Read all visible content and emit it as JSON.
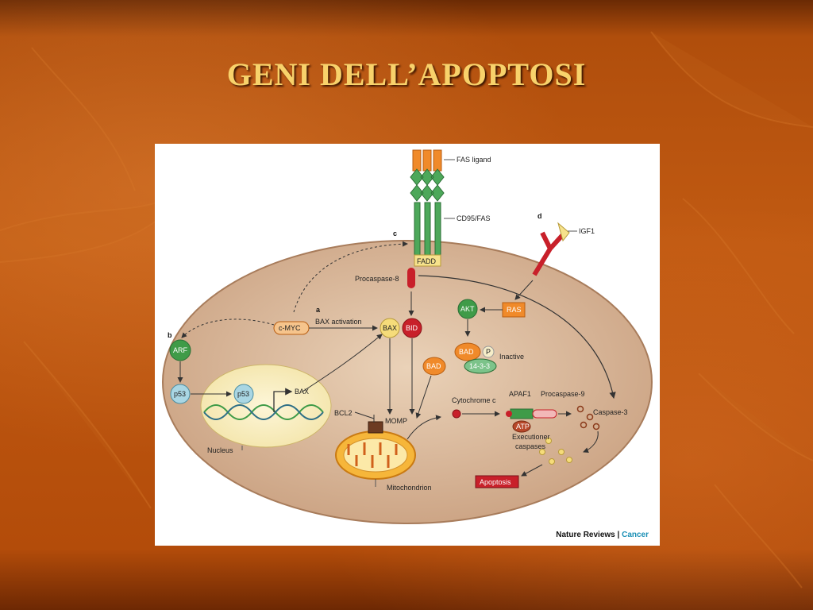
{
  "slide": {
    "title": "GENI DELL’APOPTOSI"
  },
  "labels": {
    "fas_ligand": "FAS ligand",
    "cd95_fas": "CD95/FAS",
    "fadd": "FADD",
    "procaspase8": "Procaspase-8",
    "igf1": "IGF1",
    "ras": "RAS",
    "akt": "AKT",
    "bad_p": "BAD",
    "p": "P",
    "inactive": "Inactive",
    "protein1433": "14-3-3",
    "bad": "BAD",
    "cmyc": "c-MYC",
    "bax_activation": "BAX activation",
    "bax_node": "BAX",
    "bid": "BID",
    "arf": "ARF",
    "p53_out": "p53",
    "p53_in": "p53",
    "bax_gene": "BAX",
    "nucleus": "Nucleus",
    "bcl2": "BCL2",
    "momp": "MOMP",
    "mitochondrion": "Mitochondrion",
    "cytochrome_c": "Cytochrome c",
    "apaf1": "APAF1",
    "procaspase9": "Procaspase-9",
    "atp": "ATP",
    "caspase3": "Caspase-3",
    "executioner_caspases_1": "Executioner",
    "executioner_caspases_2": "caspases",
    "apoptosis": "Apoptosis",
    "panel_a": "a",
    "panel_b": "b",
    "panel_c": "c",
    "panel_d": "d"
  },
  "footer": {
    "journal": "Nature Reviews",
    "separator": " | ",
    "section": "Cancer"
  },
  "colors": {
    "green": "#3f9b48",
    "red": "#c8202a",
    "orange": "#f08a2a",
    "yellow": "#f6e28c",
    "cell": "#d9b89a"
  }
}
